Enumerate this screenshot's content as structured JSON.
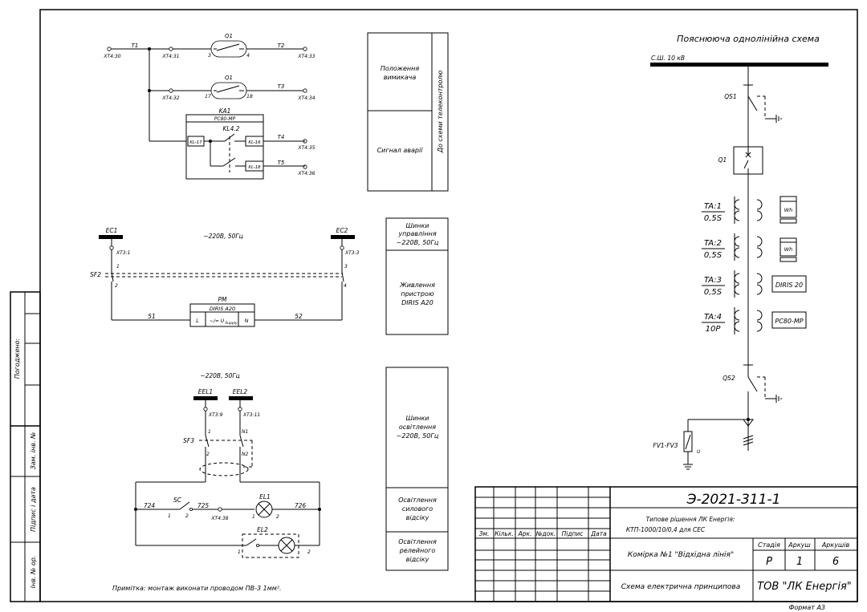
{
  "frame": {
    "format_label": "Формат А3"
  },
  "side_stamp": {
    "agreed": "Погоджено:",
    "replaced": "Зам. інв. №",
    "signature_date": "Підпис і дата",
    "inventory": "Інв. № ор."
  },
  "title_block": {
    "doc_code": "Э-2021-311-1",
    "description_line1": "Типове рішення ЛК Енергія:",
    "description_line2": "КТП-1000/10/0,4 для СЕС",
    "col_headers": [
      "Зм.",
      "Кільк.",
      "Арк.",
      "№док.",
      "Підпис",
      "Дата"
    ],
    "cell_name": "Комірка №1 \"Відхідна лінія\"",
    "stage_label": "Стадія",
    "sheet_label": "Аркуш",
    "sheets_label": "Аркушів",
    "stage": "Р",
    "sheet": "1",
    "sheets": "6",
    "scheme_name": "Схема електрична принципова",
    "company": "ТОВ \"ЛК Енергія\""
  },
  "right_boxes": {
    "breaker_position": [
      "Положення",
      "вимикача"
    ],
    "alarm_signal": "Сигнал аварії",
    "telecontrol": "До схеми телеконтролю",
    "control_buses": [
      "Шинки",
      "управління",
      "~220В, 50Гц"
    ],
    "diris_power": [
      "Живлення",
      "пристрою",
      "DIRIS A20"
    ],
    "lighting_buses": [
      "Шинки",
      "освітлення",
      "~220В, 50Гц"
    ],
    "power_compartment": [
      "Освітлення",
      "силового",
      "відсіку"
    ],
    "relay_compartment": [
      "Освітлення",
      "релейного",
      "відсіку"
    ]
  },
  "top_circuit": {
    "t1": "T1",
    "t2": "T2",
    "t3": "T3",
    "t4": "T4",
    "t5": "T5",
    "x30": "XT4:30",
    "x31": "XT4:31",
    "x33": "XT4:33",
    "x32": "XT4:32",
    "x34": "XT4:34",
    "x35": "XT4:35",
    "x36": "XT4:36",
    "q1": "Q1",
    "n3": "3",
    "n4": "4",
    "n17": "17",
    "n18": "18",
    "ka1": "KA1",
    "pc80": "PC80-MP",
    "kl42": "KL4.2",
    "kl17": "KL-17",
    "kl16": "KL-16",
    "kl18": "KL-18"
  },
  "mid_circuit": {
    "ec1": "EC1",
    "ec2": "EC2",
    "supply": "~220В, 50Гц",
    "xt31": "XT3:1",
    "xt33": "XT3:3",
    "n1": "1",
    "n3": "3",
    "sf2": "SF2",
    "n2": "2",
    "n4": "4",
    "pm": "PM",
    "diris": "DIRIS A20",
    "l": "L",
    "supply_sym": "~/= U",
    "supply_sub": "Supply",
    "n": "N",
    "w51": "51",
    "w52": "52"
  },
  "low_circuit": {
    "supply": "~220В, 50Гц",
    "eel1": "EEL1",
    "eel2": "EEL2",
    "xt39": "XT3:9",
    "xt311": "XT3:11",
    "n1": "1",
    "nn1": "N1",
    "sf3": "SF3",
    "n2": "2",
    "nn2": "N2",
    "w724": "724",
    "sc": "SC",
    "w725": "725",
    "el1": "EL1",
    "w726": "726",
    "s1": "1",
    "s2": "2",
    "xt438": "XT4:38",
    "e1": "1",
    "e2": "2",
    "el2": "EL2",
    "f1": "1",
    "f2": "2",
    "note": "Примітка: монтаж виконати проводом ПВ-3 1мм²."
  },
  "single_line": {
    "title": "Пояснююча однолінійна схема",
    "bus": "С.Ш. 10 кВ",
    "qs1": "QS1",
    "q1": "Q1",
    "ta1": "TA:1",
    "ta1c": "0,5S",
    "ta2": "TA:2",
    "ta2c": "0,5S",
    "ta3": "TA:3",
    "ta3c": "0,5S",
    "ta4": "TA:4",
    "ta4c": "10P",
    "wh": "Wh",
    "diris20": "DIRIS 20",
    "pc80": "PC80-MP",
    "qs2": "QS2",
    "fv": "FV1-FV3",
    "u": "U"
  }
}
